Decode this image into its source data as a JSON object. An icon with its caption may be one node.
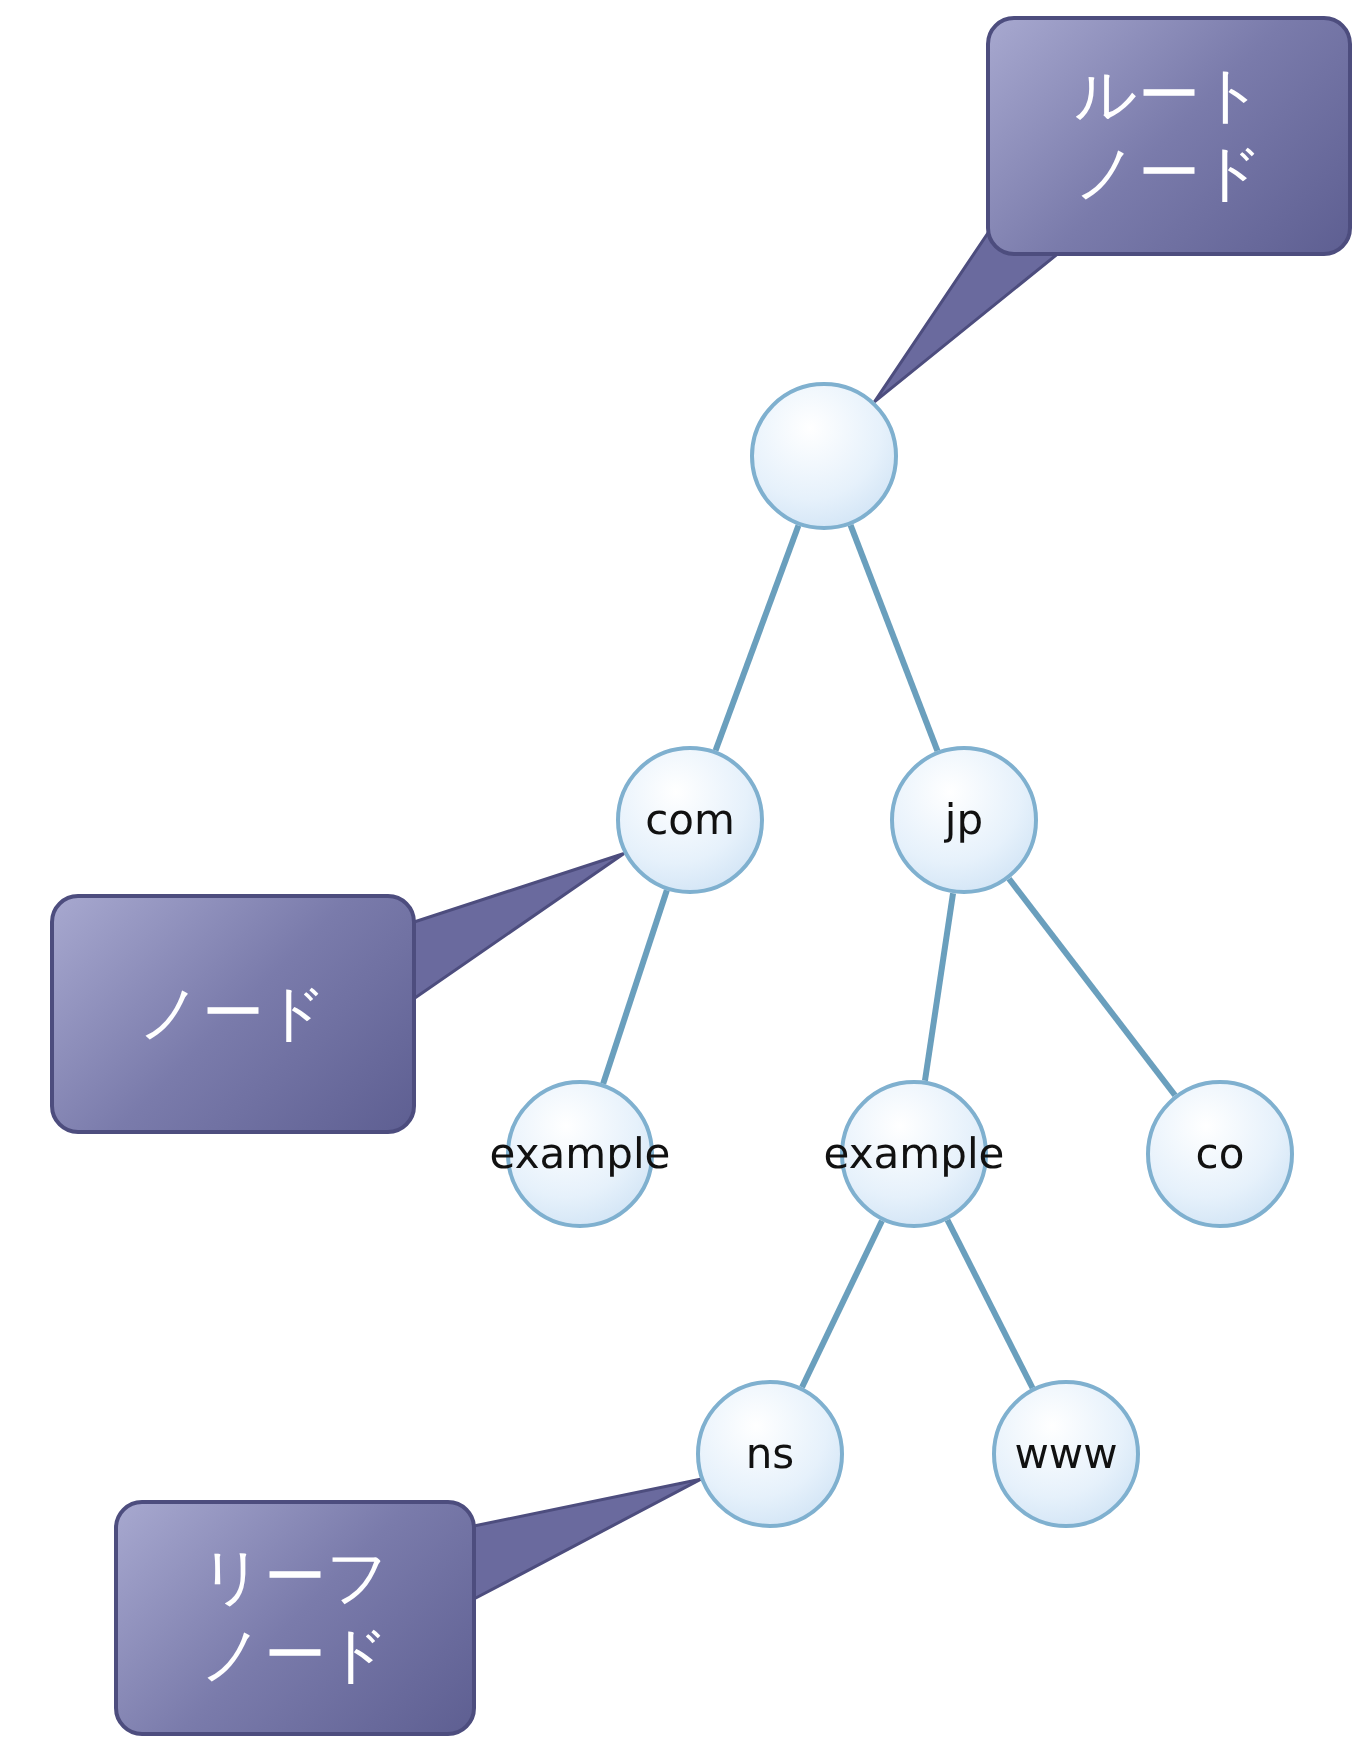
{
  "diagram": {
    "nodes": [
      {
        "text": [
          "ルートノード"
        ]
      },
      {
        "text": [],
        "shape": "circle"
      },
      {
        "text": [
          "com"
        ]
      },
      {
        "text": [
          "jp"
        ]
      },
      {
        "text": [
          "ノード"
        ]
      },
      {
        "text": [
          "example"
        ]
      },
      {
        "text": [
          "example"
        ]
      },
      {
        "text": [
          "co"
        ]
      },
      {
        "text": [
          "ns"
        ]
      },
      {
        "text": [
          "www"
        ]
      },
      {
        "text": [
          "リーフノード"
        ]
      }
    ],
    "edges": [
      {
        "from": 0,
        "to": 1,
        "arrow": "none",
        "color": "#6a6a9e"
      },
      {
        "from": 1,
        "to": 2,
        "arrow": "none"
      },
      {
        "from": 1,
        "to": 3,
        "arrow": "none"
      },
      {
        "from": 4,
        "to": 2,
        "arrow": "none",
        "color": "#6a6a9e"
      },
      {
        "from": 2,
        "to": 5,
        "arrow": "none"
      },
      {
        "from": 3,
        "to": 6,
        "arrow": "none"
      },
      {
        "from": 3,
        "to": 7,
        "arrow": "none"
      },
      {
        "from": 6,
        "to": 8,
        "arrow": "none"
      },
      {
        "from": 6,
        "to": 9,
        "arrow": "none"
      },
      {
        "from": 10,
        "to": 8,
        "arrow": "none",
        "color": "#6a6a9e"
      }
    ]
  }
}
